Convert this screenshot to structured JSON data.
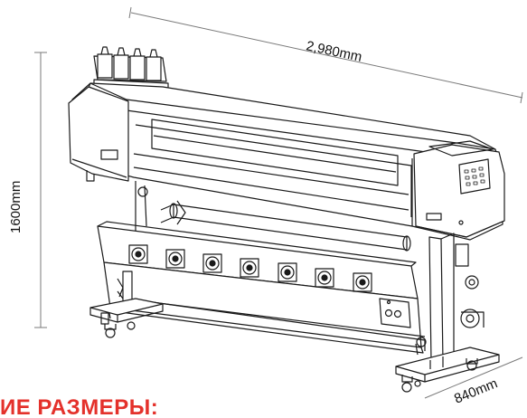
{
  "dimensions": {
    "width": "2,980mm",
    "height": "1600mm",
    "depth": "840mm"
  },
  "heading": "ИЕ РАЗМЕРЫ:",
  "colors": {
    "line": "#1a1a1a",
    "dimension_line": "#7a7a7a",
    "heading": "#e4312b"
  },
  "icons": {
    "fan": "fan-icon"
  },
  "fan_count": 7
}
